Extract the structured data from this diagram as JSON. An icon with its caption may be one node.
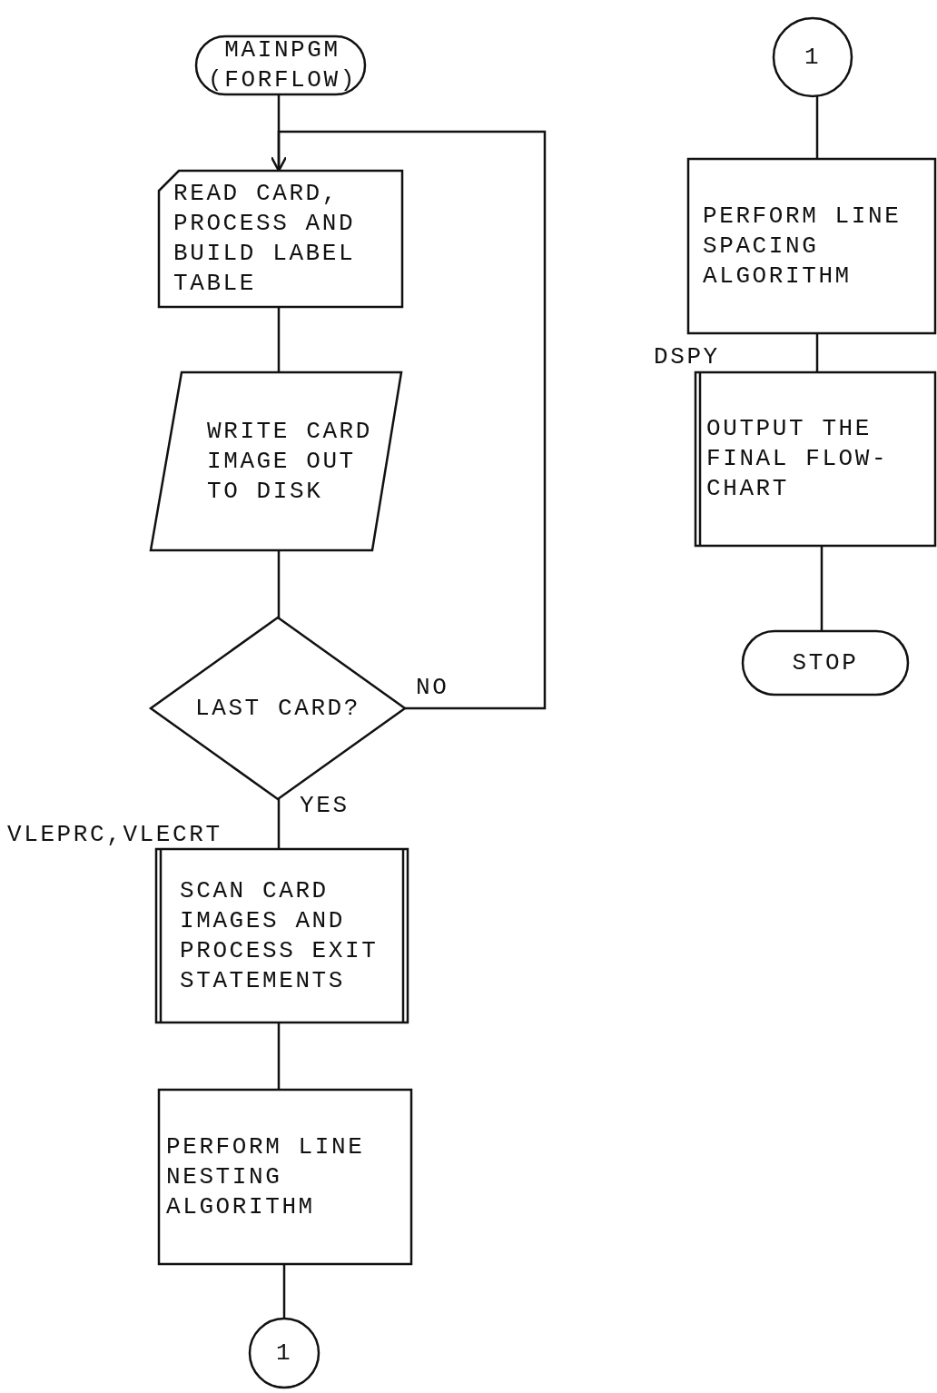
{
  "diagram": {
    "nodes": [
      {
        "text": [
          "MAINPGM (FORFLOW)"
        ]
      },
      {
        "text": [
          "READ CARD, PROCESS AND BUILD LABEL TABLE"
        ]
      },
      {
        "text": [
          "WRITE CARD IMAGE OUT TO DISK"
        ]
      },
      {
        "text": [
          "LAST CARD?"
        ]
      },
      {
        "text": [
          "SCAN CARD IMAGES AND PROCESS EXIT STATEMENTS"
        ],
        "beside": [
          "VLEPRC,VLECRT"
        ]
      },
      {
        "text": [
          "PERFORM LINE NESTING ALGORITHM"
        ]
      },
      {
        "text": [
          "1"
        ]
      },
      {
        "text": [
          "1"
        ]
      },
      {
        "text": [
          "PERFORM LINE SPACING ALGORITHM"
        ]
      },
      {
        "text": [
          "OUTPUT THE FINAL FLOW-CHART"
        ],
        "beside": [
          "DSPY"
        ]
      },
      {
        "text": [
          "STOP"
        ]
      }
    ],
    "edges": [
      {
        "from": 0,
        "to": 1,
        "arrow": "none"
      },
      {
        "from": 1,
        "to": 2,
        "arrow": "none"
      },
      {
        "from": 2,
        "to": 3,
        "arrow": "none"
      },
      {
        "from": 3,
        "to": 1,
        "arrow": "to",
        "label": "NO"
      },
      {
        "from": 3,
        "to": 4,
        "arrow": "none",
        "label": "YES"
      },
      {
        "from": 4,
        "to": 5,
        "arrow": "none"
      },
      {
        "from": 5,
        "to": 6,
        "arrow": "none"
      },
      {
        "from": 7,
        "to": 8,
        "arrow": "none"
      },
      {
        "from": 8,
        "to": 9,
        "arrow": "none"
      },
      {
        "from": 9,
        "to": 10,
        "arrow": "none"
      }
    ]
  }
}
